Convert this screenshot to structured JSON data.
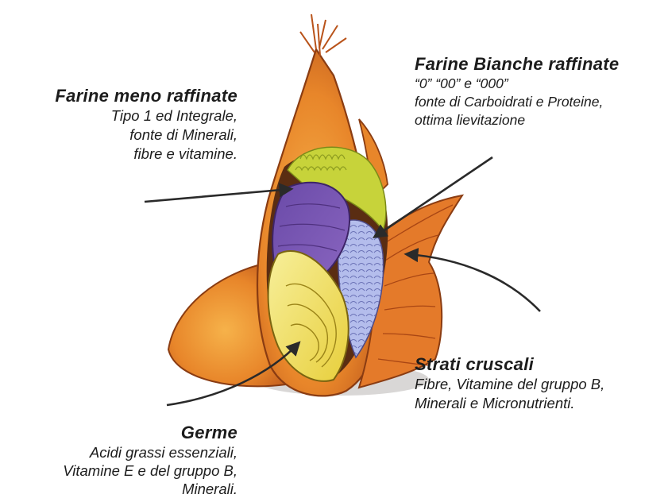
{
  "labels": {
    "less_refined": {
      "title": "Farine meno raffinate",
      "lines": [
        "Tipo 1 ed Integrale,",
        "fonte di Minerali,",
        "fibre e vitamine."
      ]
    },
    "white_refined": {
      "title": "Farine Bianche raffinate",
      "lines": [
        "“0”  “00” e “000”",
        "fonte di Carboidrati e Proteine,",
        "ottima lievitazione"
      ]
    },
    "bran_layers": {
      "title": "Strati cruscali",
      "lines": [
        "Fibre, Vitamine del gruppo B,",
        "Minerali e Micronutrienti."
      ]
    },
    "germ": {
      "title": "Germe",
      "lines": [
        "Acidi grassi essenziali,",
        "Vitamine E e del gruppo B,",
        "Minerali."
      ]
    }
  },
  "colors": {
    "husk": "#e8862a",
    "husk_dark": "#b9531a",
    "purple_layer": "#7a54b0",
    "yellow_green": "#c7d33a",
    "endosperm_blue": "#aab3e6",
    "germ_yellow": "#f3e67a",
    "arrow": "#2a2a2a"
  }
}
